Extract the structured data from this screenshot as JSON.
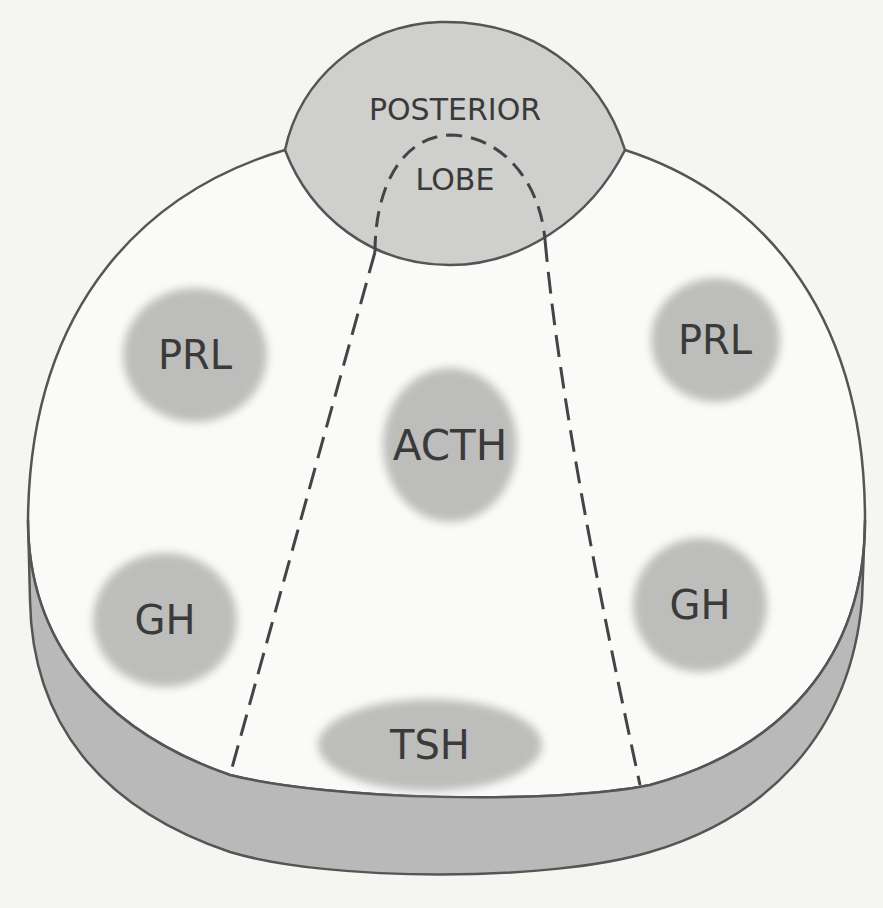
{
  "diagram": {
    "nodes": [
      {
        "text": [
          "POSTERIOR LOBE"
        ]
      },
      {
        "text": [
          "PRL"
        ]
      },
      {
        "text": [
          "PRL"
        ]
      },
      {
        "text": [
          "ACTH"
        ]
      },
      {
        "text": [
          "GH"
        ]
      },
      {
        "text": [
          "GH"
        ]
      },
      {
        "text": [
          "TSH"
        ]
      }
    ]
  }
}
